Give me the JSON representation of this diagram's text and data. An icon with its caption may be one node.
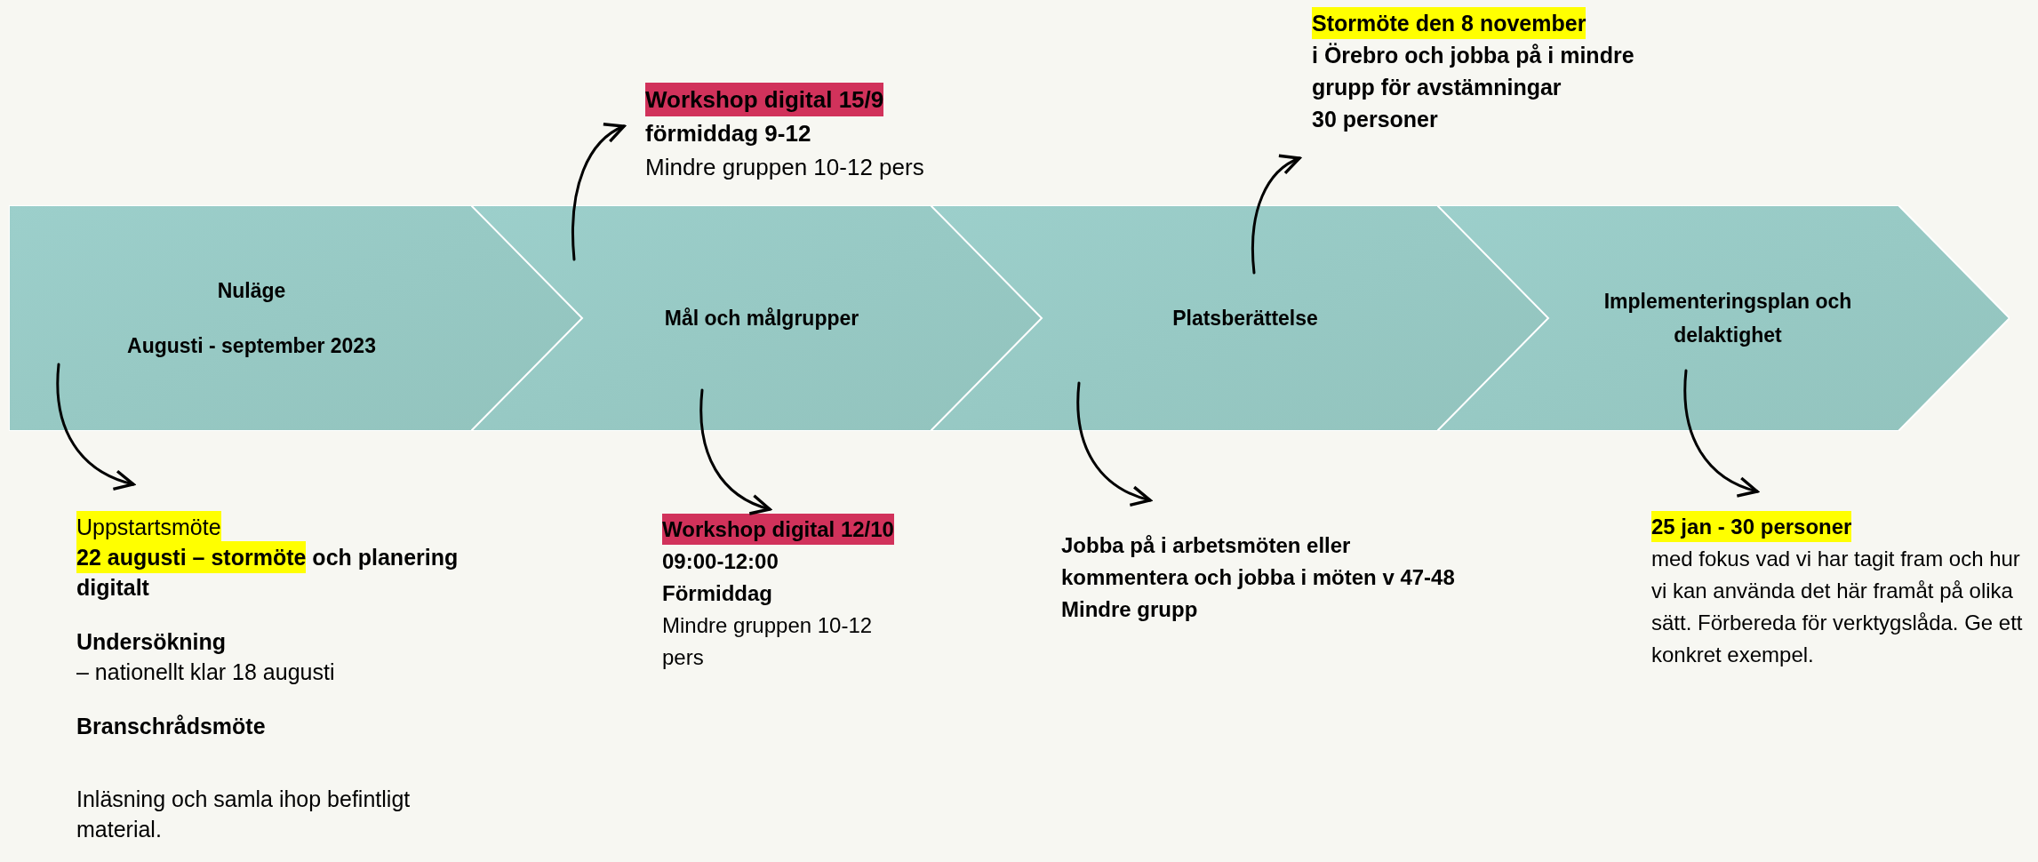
{
  "diagram": {
    "nodes": [
      {
        "text": [
          "Nuläge",
          "Augusti - september 2023"
        ]
      },
      {
        "text": [
          "Mål och målgrupper"
        ]
      },
      {
        "text": [
          "Platsberättelse"
        ]
      },
      {
        "text": [
          "Implementeringsplan och delaktighet"
        ]
      },
      {
        "text": [
          "Uppstartsmöte",
          "22 augusti – stormöte",
          "och planering digitalt",
          "Undersökning",
          "– nationellt klar 18 augusti",
          "Branschrådsmöte"
        ]
      },
      {
        "text": [
          "Workshop digital 15/9",
          "förmiddag 9-12",
          "Mindre gruppen 10-12 pers"
        ]
      },
      {
        "text": [
          "Workshop digital 12/10",
          "09:00-12:00",
          "Förmiddag",
          "Mindre gruppen 10-12 pers"
        ]
      },
      {
        "text": [
          "Stormöte den 8 november",
          "i Örebro och jobba på i mindre grupp för avstämningar",
          "30 personer"
        ]
      },
      {
        "text": [
          "Jobba på i arbetsmöten eller kommentera och jobba i möten v 47-48",
          "Mindre grupp"
        ]
      },
      {
        "text": [
          "25 jan - 30 personer",
          "med fokus vad vi har tagit fram och hur vi kan använda det här framåt på olika sätt. Förbereda för verktygslåda. Ge ett konkret exempel."
        ]
      },
      {
        "text": [
          "Inläsning och samla ihop befintligt material."
        ]
      }
    ],
    "edges": [
      {
        "from": 0,
        "to": 4,
        "arrow": "to"
      },
      {
        "from": 1,
        "to": 5,
        "arrow": "to"
      },
      {
        "from": 1,
        "to": 6,
        "arrow": "to"
      },
      {
        "from": 2,
        "to": 7,
        "arrow": "to"
      },
      {
        "from": 2,
        "to": 8,
        "arrow": "to"
      },
      {
        "from": 3,
        "to": 9,
        "arrow": "to"
      }
    ]
  }
}
